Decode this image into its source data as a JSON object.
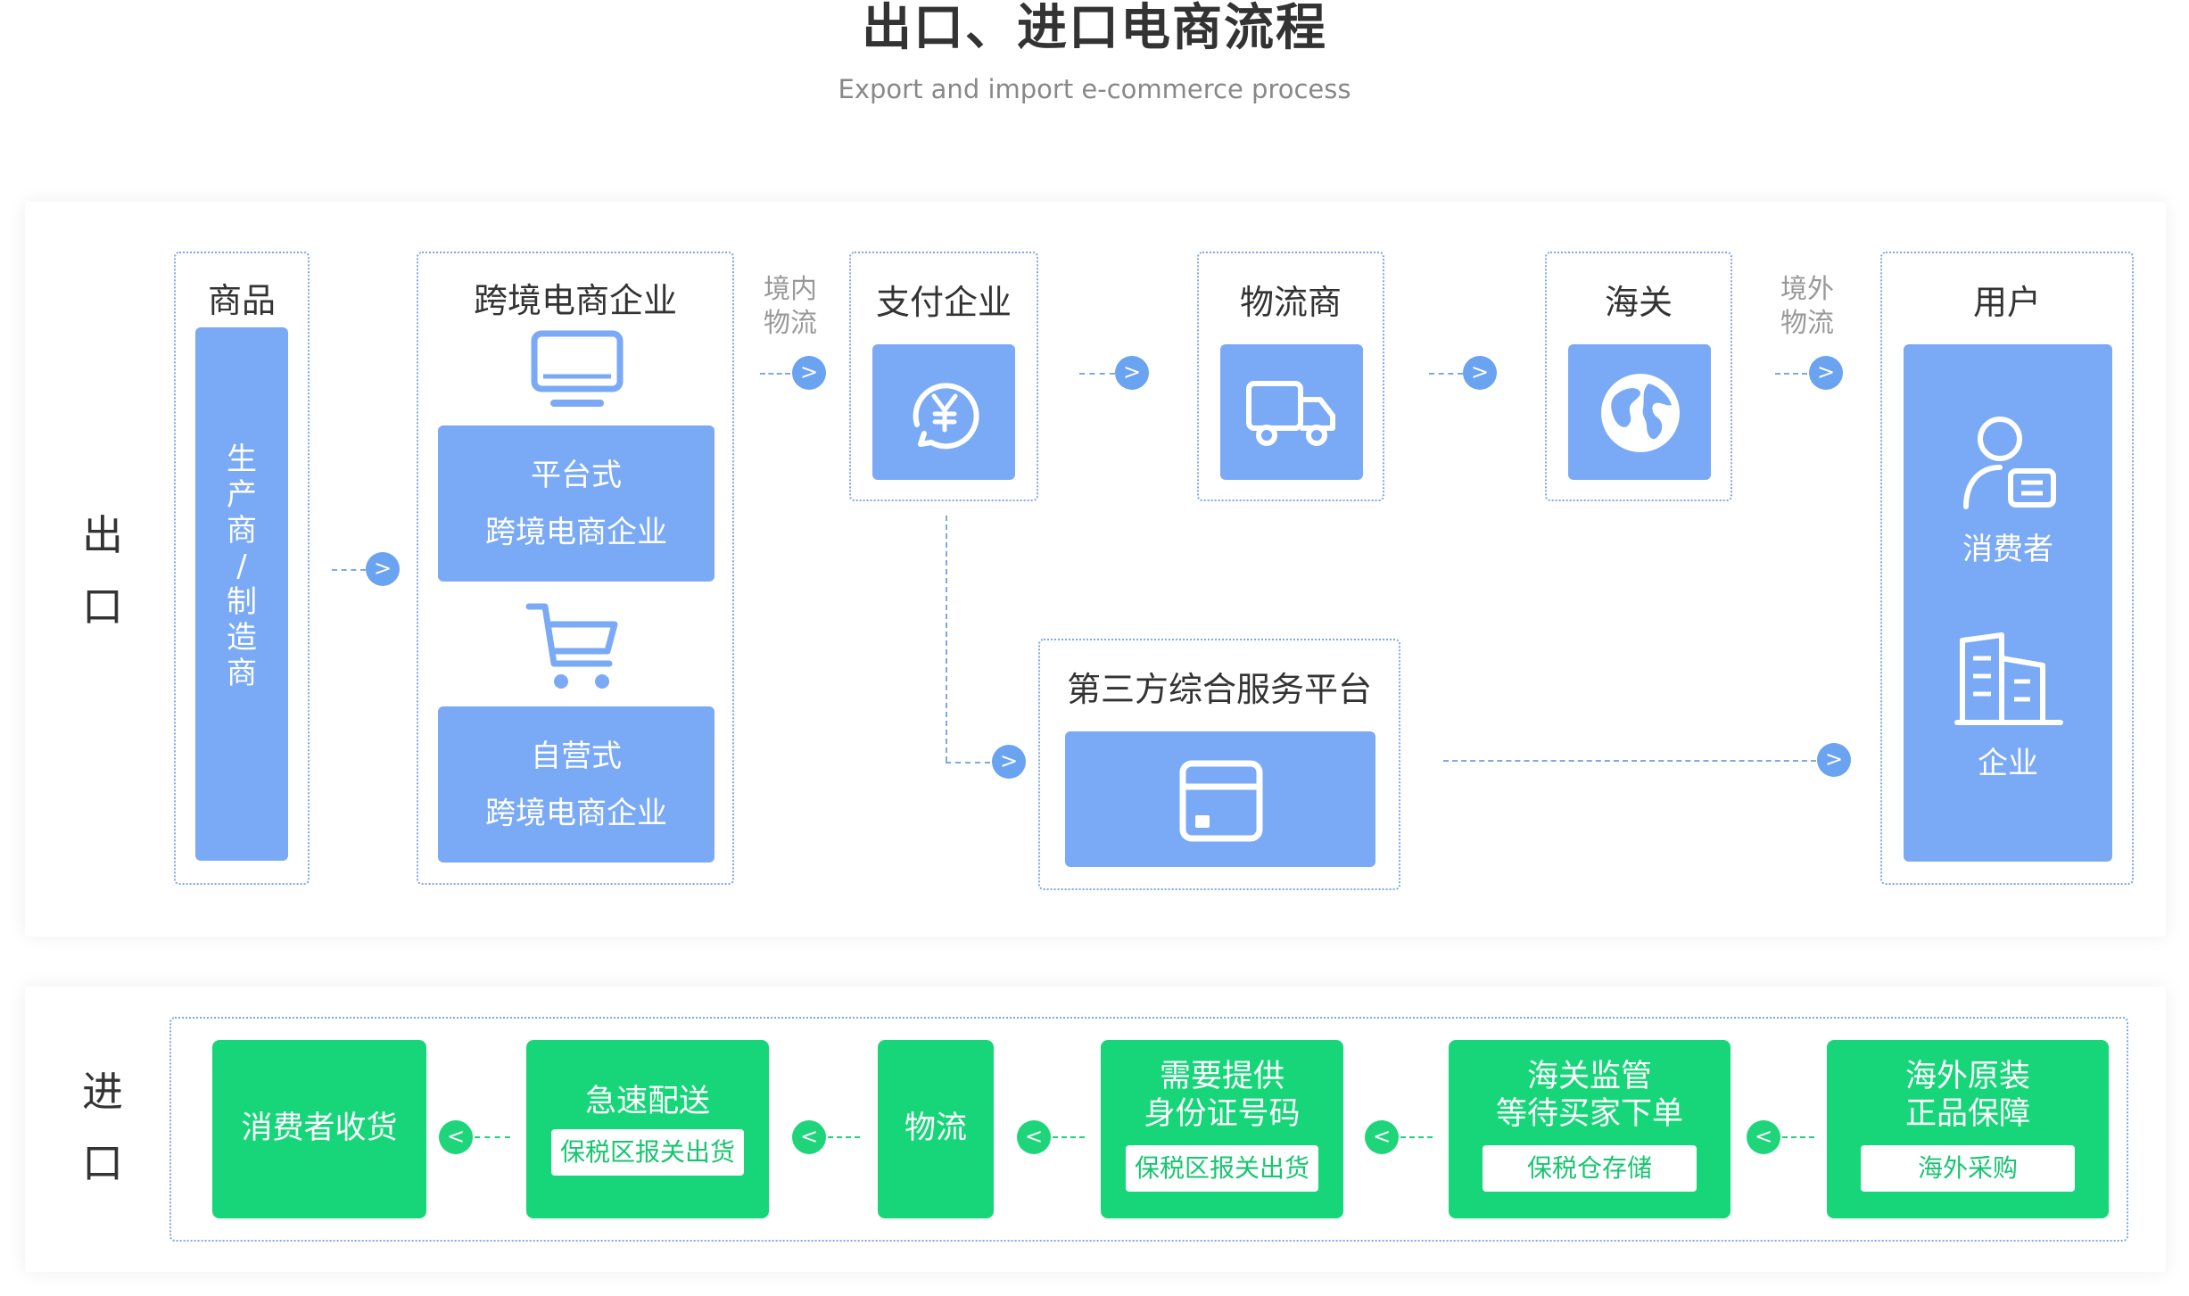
{
  "title": "出口、进口电商流程",
  "subtitle": "Export and import e-commerce process",
  "export": {
    "label_chars": [
      "出",
      "口"
    ],
    "goods": {
      "title": "商品",
      "producer": [
        "生",
        "产",
        "商",
        "/",
        "制",
        "造",
        "商"
      ]
    },
    "ecommerce": {
      "title": "跨境电商企业",
      "platform": [
        "平台式",
        "跨境电商企业"
      ],
      "self_run": [
        "自营式",
        "跨境电商企业"
      ]
    },
    "domestic_logistics": [
      "境内",
      "物流"
    ],
    "payment": {
      "title": "支付企业"
    },
    "logistics": {
      "title": "物流商"
    },
    "customs": {
      "title": "海关"
    },
    "overseas_logistics": [
      "境外",
      "物流"
    ],
    "user": {
      "title": "用户",
      "consumer": "消费者",
      "enterprise": "企业"
    },
    "third_party": {
      "title": "第三方综合服务平台"
    },
    "arrow_glyph": ">"
  },
  "import": {
    "label_chars": [
      "进",
      "口"
    ],
    "arrow_glyph": "<",
    "steps": [
      {
        "lines": [
          "消费者收货"
        ],
        "tag": ""
      },
      {
        "lines": [
          "急速配送"
        ],
        "tag": "保税区报关出货"
      },
      {
        "lines": [
          "物流"
        ],
        "tag": ""
      },
      {
        "lines": [
          "需要提供",
          "身份证号码"
        ],
        "tag": "保税区报关出货"
      },
      {
        "lines": [
          "海关监管",
          "等待买家下单"
        ],
        "tag": "保税仓存储"
      },
      {
        "lines": [
          "海外原装",
          "正品保障"
        ],
        "tag": "海外采购"
      }
    ]
  },
  "colors": {
    "blue": "#7aaaf5",
    "green": "#17d679",
    "arrow_blue": "#6aa3f0",
    "dotted_border": "#7fa8e6"
  }
}
